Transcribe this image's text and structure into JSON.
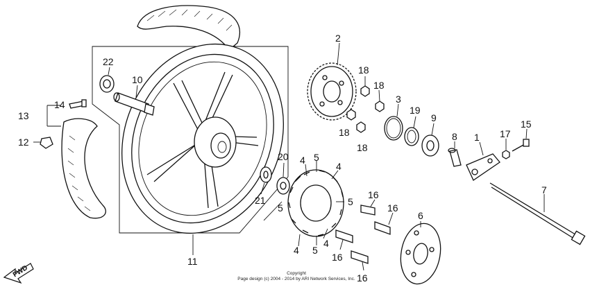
{
  "callouts": {
    "c1": "1",
    "c2": "2",
    "c3": "3",
    "c4a": "4",
    "c4b": "4",
    "c4c": "4",
    "c4d": "4",
    "c5a": "5",
    "c5b": "5",
    "c5c": "5",
    "c5d": "5",
    "c6": "6",
    "c7": "7",
    "c8": "8",
    "c9": "9",
    "c10": "10",
    "c11": "11",
    "c12": "12",
    "c13": "13",
    "c14": "14",
    "c15": "15",
    "c16a": "16",
    "c16b": "16",
    "c16c": "16",
    "c16d": "16",
    "c17": "17",
    "c18a": "18",
    "c18b": "18",
    "c18c": "18",
    "c18d": "18",
    "c19": "19",
    "c20": "20",
    "c21": "21",
    "c22": "22"
  },
  "fwd_label": "FWD",
  "copyright": {
    "line1": "Copyright",
    "line2": "Page design (c) 2004 - 2014 by ARI Network Services, Inc."
  }
}
